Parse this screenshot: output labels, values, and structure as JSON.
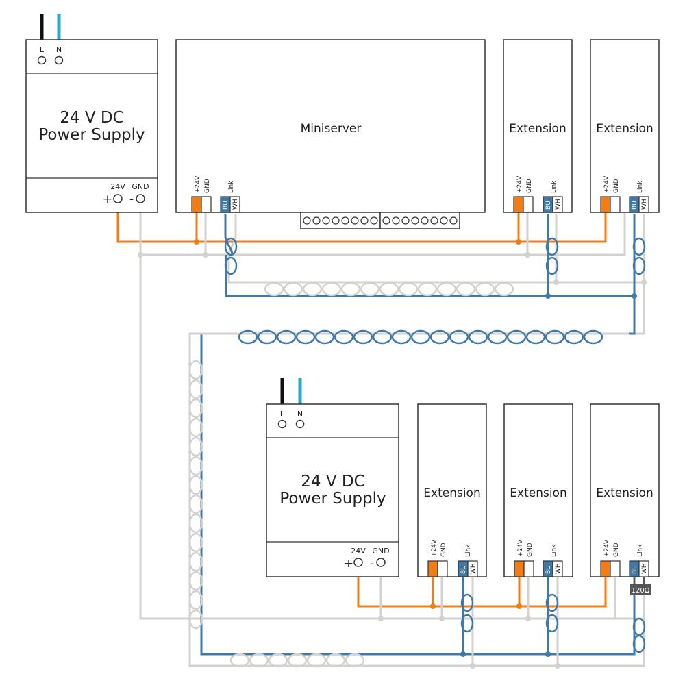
{
  "colors": {
    "power": "#f07d16",
    "ground": "#d4d2cf",
    "link": "#3f79a8",
    "outline": "#333333",
    "mains_l": "#111111",
    "mains_n": "#29a6cf",
    "resistor": "#555555"
  },
  "psu_top": {
    "mains_l": "L",
    "mains_n": "N",
    "title_line1": "24 V DC",
    "title_line2": "Power Supply",
    "out_label_24v": "24V",
    "out_label_gnd": "GND",
    "plus": "+",
    "minus": "-"
  },
  "miniserver": {
    "title": "Miniserver",
    "label_24v": "+24V",
    "label_gnd": "GND",
    "label_link": "Link",
    "label_bu": "BU",
    "label_wh": "WH"
  },
  "ext_top_1": {
    "title": "Extension",
    "label_24v": "+24V",
    "label_gnd": "GND",
    "label_link": "Link",
    "label_bu": "BU",
    "label_wh": "WH"
  },
  "ext_top_2": {
    "title": "Extension",
    "label_24v": "+24V",
    "label_gnd": "GND",
    "label_link": "Link",
    "label_bu": "BU",
    "label_wh": "WH"
  },
  "psu_bottom": {
    "mains_l": "L",
    "mains_n": "N",
    "title_line1": "24 V DC",
    "title_line2": "Power Supply",
    "out_label_24v": "24V",
    "out_label_gnd": "GND",
    "plus": "+",
    "minus": "-"
  },
  "ext_bot_1": {
    "title": "Extension",
    "label_24v": "+24V",
    "label_gnd": "GND",
    "label_link": "Link",
    "label_bu": "BU",
    "label_wh": "WH"
  },
  "ext_bot_2": {
    "title": "Extension",
    "label_24v": "+24V",
    "label_gnd": "GND",
    "label_link": "Link",
    "label_bu": "BU",
    "label_wh": "WH"
  },
  "ext_bot_3": {
    "title": "Extension",
    "label_24v": "+24V",
    "label_gnd": "GND",
    "label_link": "Link",
    "label_bu": "BU",
    "label_wh": "WH"
  },
  "terminator": {
    "label": "120Ω"
  }
}
